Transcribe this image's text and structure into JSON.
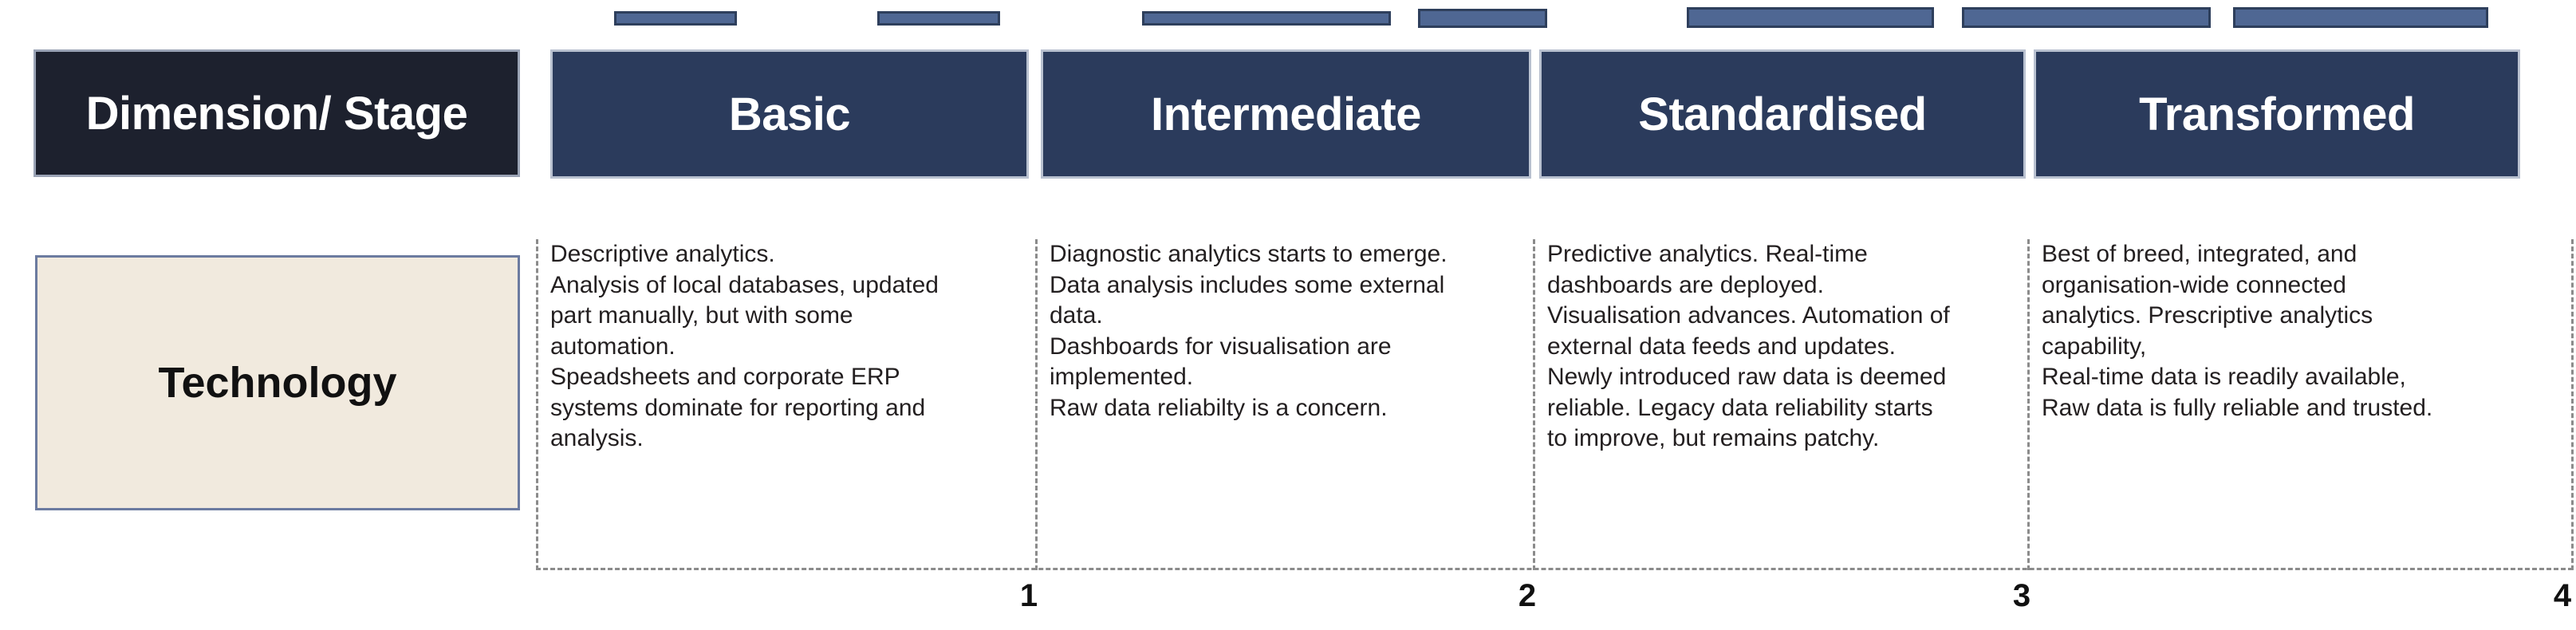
{
  "matrix": {
    "dimension_header": "Dimension/ Stage",
    "row_label": "Technology",
    "stages": [
      {
        "name": "Basic",
        "lines": [
          "Descriptive analytics.",
          "Analysis of local databases, updated",
          "part manually, but with some",
          "automation.",
          "Speadsheets and corporate ERP",
          "systems dominate for reporting and",
          "analysis."
        ]
      },
      {
        "name": "Intermediate",
        "lines": [
          "Diagnostic analytics starts to emerge.",
          "Data analysis includes some external",
          "data.",
          "Dashboards for visualisation are",
          "implemented.",
          "Raw data reliabilty is a concern."
        ]
      },
      {
        "name": "Standardised",
        "lines": [
          "Predictive analytics. Real-time",
          "dashboards are deployed.",
          "Visualisation advances. Automation of",
          "external data feeds and updates.",
          "Newly introduced raw data is deemed",
          "reliable. Legacy data reliability starts",
          "to improve, but remains patchy."
        ]
      },
      {
        "name": "Transformed",
        "lines": [
          "Best of breed, integrated, and",
          "organisation-wide connected",
          "analytics. Prescriptive analytics",
          "capability,",
          "Real-time data is readily available,",
          "Raw data is fully reliable and trusted."
        ]
      }
    ],
    "axis_numbers": [
      "1",
      "2",
      "3",
      "4"
    ],
    "colors": {
      "header_dark": "#1d212e",
      "stage_header": "#2b3b5c",
      "row_box_fill": "#f1eade",
      "row_box_border": "#6c7ba0",
      "progress_bar": "#4f6793",
      "progress_bar_border": "#2e3f5c",
      "dashed_line": "#8b8b8b",
      "body_text": "#231f20"
    },
    "progress_bars": [
      {
        "label": "progress-bar-1"
      },
      {
        "label": "progress-bar-2"
      },
      {
        "label": "progress-bar-3"
      },
      {
        "label": "progress-bar-4"
      },
      {
        "label": "progress-bar-5"
      },
      {
        "label": "progress-bar-6"
      },
      {
        "label": "progress-bar-7"
      }
    ]
  }
}
